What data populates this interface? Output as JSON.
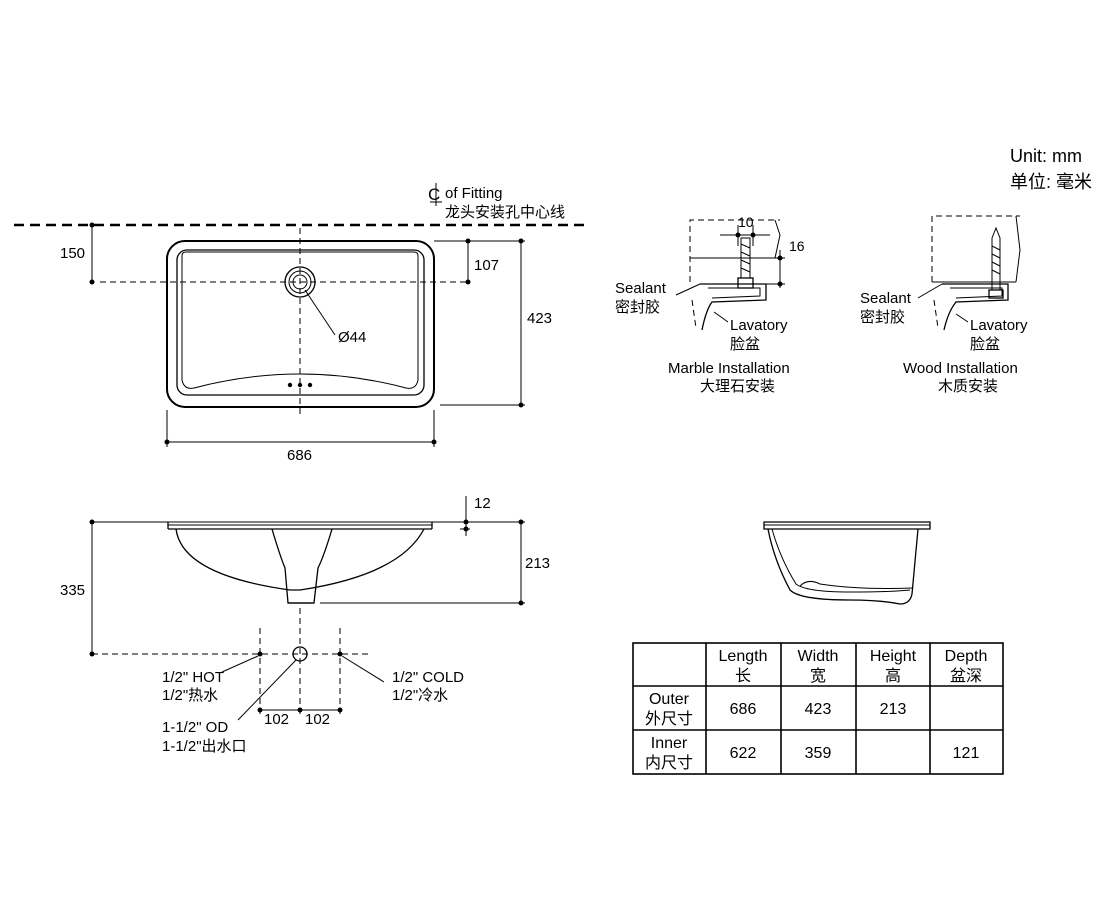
{
  "unit": {
    "en": "Unit: mm",
    "cn": "单位: 毫米"
  },
  "fitting": {
    "en": "of Fitting",
    "cn": "龙头安装孔中心线"
  },
  "top_view": {
    "dim_150": "150",
    "dim_107": "107",
    "dim_423": "423",
    "dim_686": "686",
    "drain_dia": "Ø44"
  },
  "side_view": {
    "dim_12": "12",
    "dim_213": "213",
    "dim_335": "335",
    "dim_102_left": "102",
    "dim_102_right": "102",
    "hot": {
      "en": "1/2\" HOT",
      "cn": "1/2\"热水"
    },
    "cold": {
      "en": "1/2\" COLD",
      "cn": "1/2\"冷水"
    },
    "outlet": {
      "en": "1-1/2\" OD",
      "cn": "1-1/2\"出水口"
    }
  },
  "marble": {
    "dim_10": "10",
    "dim_16": "16",
    "sealant_en": "Sealant",
    "sealant_cn": "密封胶",
    "lavatory_en": "Lavatory",
    "lavatory_cn": "脸盆",
    "title_en": "Marble Installation",
    "title_cn": "大理石安装"
  },
  "wood": {
    "sealant_en": "Sealant",
    "sealant_cn": "密封胶",
    "lavatory_en": "Lavatory",
    "lavatory_cn": "脸盆",
    "title_en": "Wood Installation",
    "title_cn": "木质安装"
  },
  "table": {
    "headers": [
      {
        "en": "Length",
        "cn": "长"
      },
      {
        "en": "Width",
        "cn": "宽"
      },
      {
        "en": "Height",
        "cn": "高"
      },
      {
        "en": "Depth",
        "cn": "盆深"
      }
    ],
    "rows": [
      {
        "en": "Outer",
        "cn": "外尺寸",
        "values": [
          "686",
          "423",
          "213",
          ""
        ]
      },
      {
        "en": "Inner",
        "cn": "内尺寸",
        "values": [
          "622",
          "359",
          "",
          "121"
        ]
      }
    ]
  }
}
